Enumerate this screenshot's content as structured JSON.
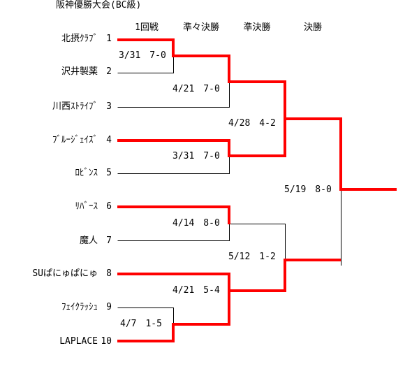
{
  "title": "阪神優勝大会(BC級)",
  "rounds": [
    "1回戦",
    "準々決勝",
    "準決勝",
    "決勝"
  ],
  "teams": [
    {
      "name": "北摂ｸﾗﾌﾞ",
      "seed": "1"
    },
    {
      "name": "沢井製薬",
      "seed": "2"
    },
    {
      "name": "川西ｽﾄﾗｲﾌﾞ",
      "seed": "3"
    },
    {
      "name": "ﾌﾞﾙｰｼﾞｪｲｽﾞ",
      "seed": "4"
    },
    {
      "name": "ﾛﾋﾞﾝｽ",
      "seed": "5"
    },
    {
      "name": "ﾘﾊﾞｰｽ",
      "seed": "6"
    },
    {
      "name": "魔人",
      "seed": "7"
    },
    {
      "name": "SUぱにゅぱにゅ",
      "seed": "8"
    },
    {
      "name": "ﾌｪｲｸﾗｯｼｭ",
      "seed": "9"
    },
    {
      "name": "LAPLACE",
      "seed": "10"
    }
  ],
  "results": {
    "r1_top": "3/31　7-0",
    "r1_bottom": "4/7　1-5",
    "qf1": "4/21　7-0",
    "qf2": "3/31　7-0",
    "qf3": "4/14　8-0",
    "qf4": "4/21　5-4",
    "sf1": "4/28　4-2",
    "sf2": "5/12　1-2",
    "final": "5/19　8-0"
  },
  "colors": {
    "winner_line": "#ff0000",
    "loser_line": "#000000"
  }
}
